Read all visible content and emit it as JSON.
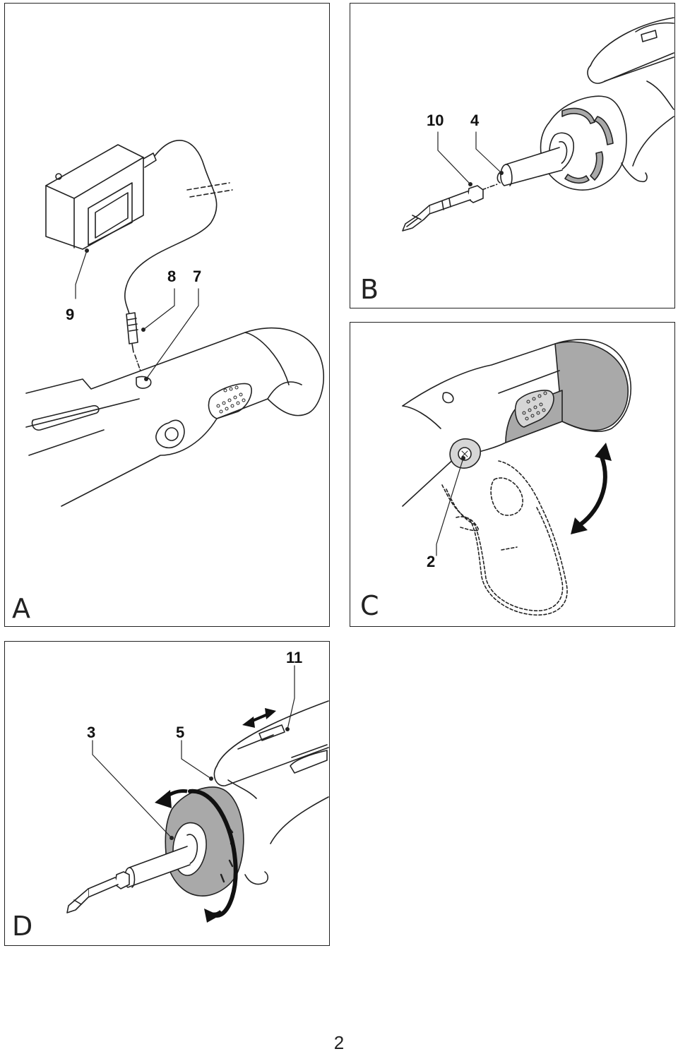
{
  "figures": {
    "a": {
      "letter": "A",
      "callouts": {
        "c9": "9",
        "c8": "8",
        "c7": "7"
      }
    },
    "b": {
      "letter": "B",
      "callouts": {
        "c10": "10",
        "c4": "4"
      }
    },
    "c": {
      "letter": "C",
      "callouts": {
        "c2": "2"
      }
    },
    "d": {
      "letter": "D",
      "callouts": {
        "c11": "11",
        "c3": "3",
        "c5": "5"
      }
    }
  },
  "page_number": "2",
  "colors": {
    "line": "#222222",
    "grip_shade": "#a9a9a9",
    "light_shade": "#d6d6d6"
  }
}
